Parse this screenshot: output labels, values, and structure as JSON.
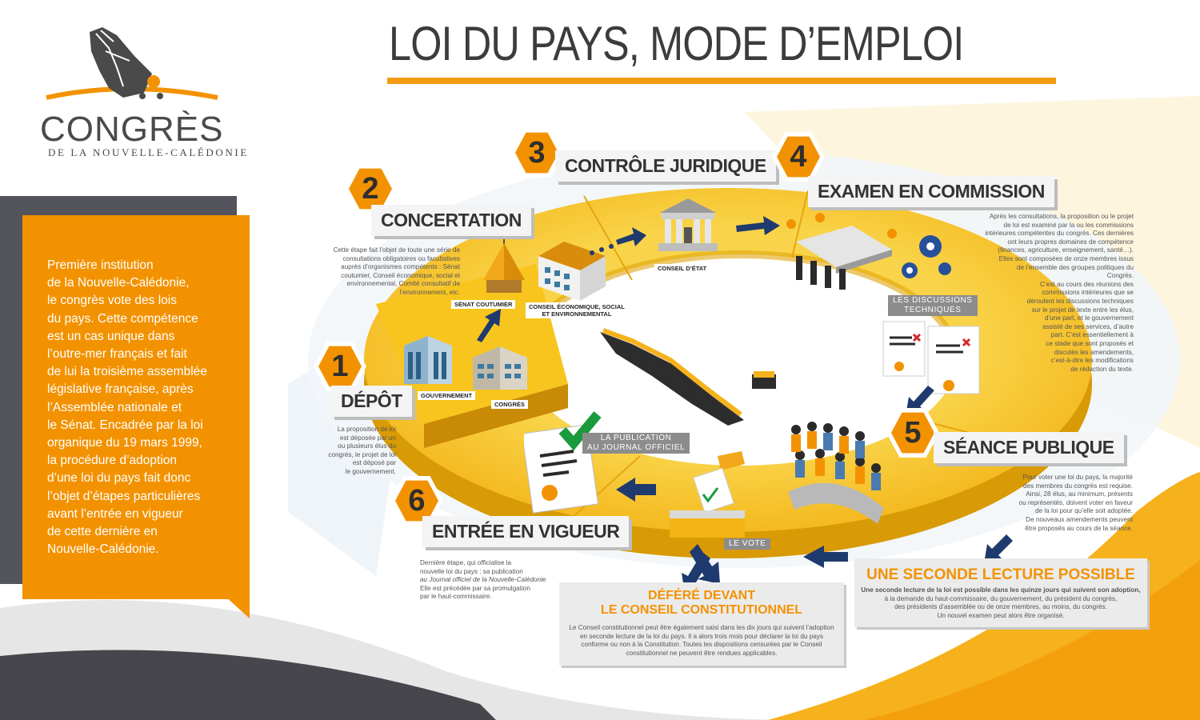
{
  "logo": {
    "name": "CONGRÈS",
    "subtitle": "DE LA NOUVELLE-CALÉDONIE"
  },
  "title": "LOI DU PAYS, MODE D’EMPLOI",
  "intro_lines": [
    "Première institution",
    "de la Nouvelle-Calédonie,",
    "le congrès vote des lois",
    "du pays. Cette compétence",
    "est un cas unique dans",
    "l’outre-mer français et fait",
    "de lui la troisième assemblée",
    "législative française, après",
    "l’Assemblée nationale et",
    "le Sénat. Encadrée par la loi",
    "organique du 19 mars 1999,",
    "la procédure d’adoption",
    "d’une loi du pays fait donc",
    "l’objet d’étapes particulières",
    "avant l’entrée en vigueur",
    "de cette dernière en",
    "Nouvelle-Calédonie."
  ],
  "steps": {
    "s1": {
      "number": "1",
      "label": "DÉPÔT",
      "desc": [
        "La proposition de loi",
        "est déposée par un",
        "ou plusieurs élus du",
        "congrès, le projet de loi",
        "est déposé par",
        "le gouvernement."
      ]
    },
    "s2": {
      "number": "2",
      "label": "CONCERTATION",
      "desc": [
        "Cette étape fait l’objet de toute une série de",
        "consultations obligatoires ou facultatives",
        "auprès d’organismes compétents : Sénat",
        "coutumier, Conseil économique, social et",
        "environnemental, Comité consultatif de",
        "l’environnement, etc."
      ]
    },
    "s3": {
      "number": "3",
      "label": "CONTRÔLE JURIDIQUE"
    },
    "s4": {
      "number": "4",
      "label": "EXAMEN EN COMMISSION",
      "desc": [
        "Après les consultations, la proposition ou le projet",
        "de loi est examiné par la ou les commissions",
        "intérieures compétentes du congrès. Ces dernières",
        "ont leurs propres domaines de compétence",
        "(finances, agriculture, enseignement, santé…).",
        "Elles sont composées de onze membres issus",
        "de l’ensemble des groupes politiques du",
        "Congrès.",
        "C’est au cours des réunions des",
        "commissions intérieures que se",
        "déroulent les discussions techniques",
        "sur le projet de texte entre les élus,",
        "d’une part, et le gouvernement",
        "assisté de ses services, d’autre",
        "part. C’est essentiellement à",
        "ce stade que sont proposés et",
        "discutés les amendements,",
        "c’est-à-dire les modifications",
        "de rédaction du texte."
      ]
    },
    "s5": {
      "number": "5",
      "label": "SÉANCE PUBLIQUE",
      "desc": [
        "Pour voter une loi du pays, la majorité",
        "des membres du congrès est requise.",
        "Ainsi, 28 élus, au minimum, présents",
        "ou représentés, doivent voter en faveur",
        "de la loi pour qu’elle soit adoptée.",
        "De nouveaux amendements peuvent",
        "être proposés au cours de la séance."
      ]
    },
    "s6": {
      "number": "6",
      "label": "ENTRÉE EN VIGUEUR",
      "desc": [
        "Dernière étape, qui officialise la",
        "nouvelle loi du pays : sa publication",
        "au Journal officiel de la Nouvelle-Calédonie",
        "Elle est précédée par sa promulgation",
        "par le haut-commissaire."
      ]
    }
  },
  "place_tags": {
    "gouvernement": "GOUVERNEMENT",
    "congres": "CONGRÈS",
    "senat": "SÉNAT COUTUMIER",
    "cese": [
      "CONSEIL ÉCONOMIQUE, SOCIAL",
      "ET ENVIRONNEMENTAL"
    ],
    "conseil_etat": "CONSEIL D’ÉTAT",
    "discussions": [
      "LES DISCUSSIONS",
      "TECHNIQUES"
    ],
    "publication": [
      "LA PUBLICATION",
      "AU JOURNAL OFFICIEL"
    ],
    "vote": "LE VOTE"
  },
  "seconde_lecture": {
    "title": "UNE SECONDE LECTURE POSSIBLE",
    "lines": [
      "Une seconde lecture de la loi est possible dans les quinze jours qui suivent son adoption,",
      "à la demande du haut-commissaire, du gouvernement, du président du congrès,",
      "des présidents d’assemblée ou de onze membres, au moins, du congrès.",
      "Un nouvel examen peut alors être organisé."
    ]
  },
  "conseil_constitutionnel": {
    "title_1": "DÉFÉRÉ DEVANT",
    "title_2": "LE  CONSEIL CONSTITUTIONNEL",
    "lines": [
      "Le Conseil constitutionnel peut être également saisi dans les dix jours qui suivent l’adoption",
      "en seconde lecture de la loi du pays. Il a alors trois mois pour déclarer la loi du pays",
      "conforme ou non à la Constitution. Toutes les dispositions censurées par le Conseil",
      "constitutionnel ne peuvent être rendues applicables."
    ]
  },
  "colors": {
    "orange": "#f39200",
    "yellow": "#f7c21a",
    "dark_grey": "#54545c",
    "arrow_blue": "#1f3a6e",
    "check_green": "#1a9a3c"
  }
}
